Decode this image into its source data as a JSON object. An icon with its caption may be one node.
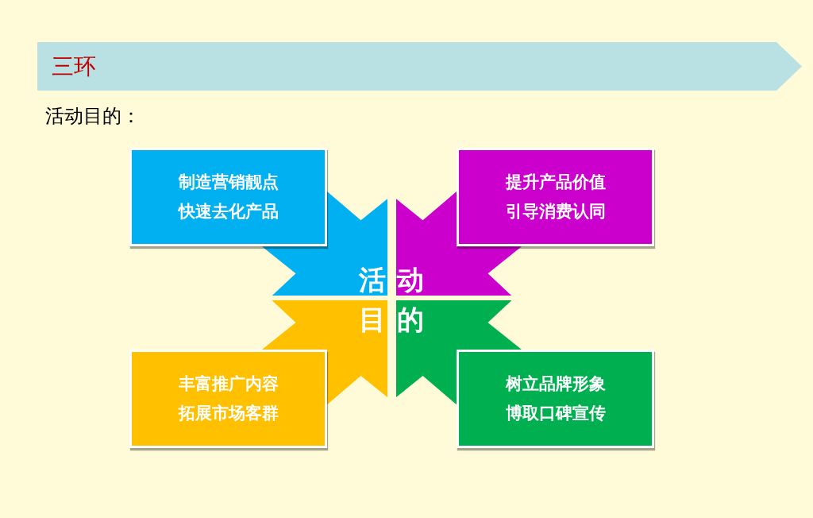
{
  "diagram": {
    "title": "三环",
    "nodes": [
      {
        "text": [
          "制造营销靓点",
          "快速去化产品"
        ]
      },
      {
        "text": [
          "提升产品价值",
          "引导消费认同"
        ]
      },
      {
        "text": [],
        "shape": "star"
      },
      {
        "text": [],
        "shape": "star"
      },
      {
        "text": [],
        "shape": "star"
      },
      {
        "text": [],
        "shape": "star"
      },
      {
        "text": [
          "活动目的"
        ]
      },
      {
        "text": [
          "丰富推广内容",
          "拓展市场客群"
        ]
      },
      {
        "text": [
          "树立品牌形象",
          "博取口碑宣传"
        ]
      }
    ],
    "labels": [
      "活动目的："
    ]
  }
}
